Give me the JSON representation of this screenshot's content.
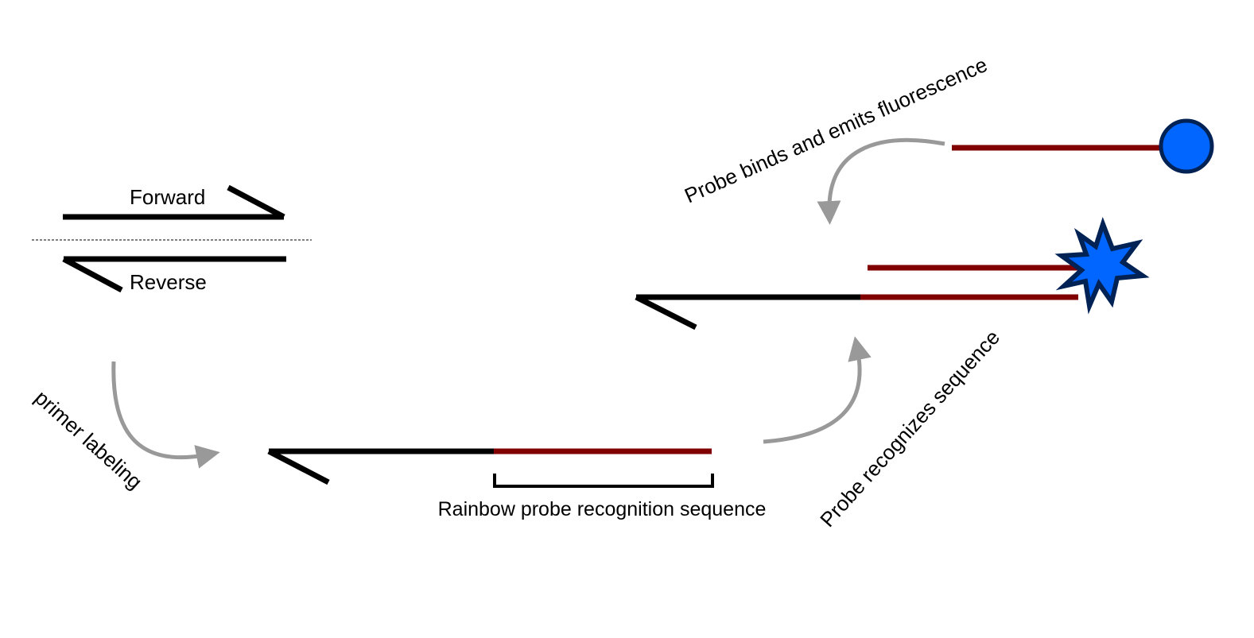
{
  "diagram": {
    "title": "Rainbow probe labeling mechanism",
    "labels": {
      "forward": "Forward",
      "reverse": "Reverse",
      "primer_labeling": "primer labeling",
      "recognition_sequence": "Rainbow probe recognition sequence",
      "probe_recognizes": "Probe recognizes sequence",
      "probe_binds": "Probe binds and emits fluorescence"
    },
    "colors": {
      "primer": "#000000",
      "probe_sequence": "#800000",
      "arrow": "#999999",
      "fluorophore_fill": "#0066ff",
      "fluorophore_stroke": "#002255"
    },
    "steps": [
      {
        "id": "primers",
        "description": "Forward and Reverse primers"
      },
      {
        "id": "labeled-primer",
        "description": "Primer with rainbow probe recognition sequence"
      },
      {
        "id": "bound-probe",
        "description": "Probe hybridized to recognition sequence, emitting fluorescence"
      },
      {
        "id": "free-probe",
        "description": "Free rainbow probe with fluorophore"
      }
    ]
  }
}
